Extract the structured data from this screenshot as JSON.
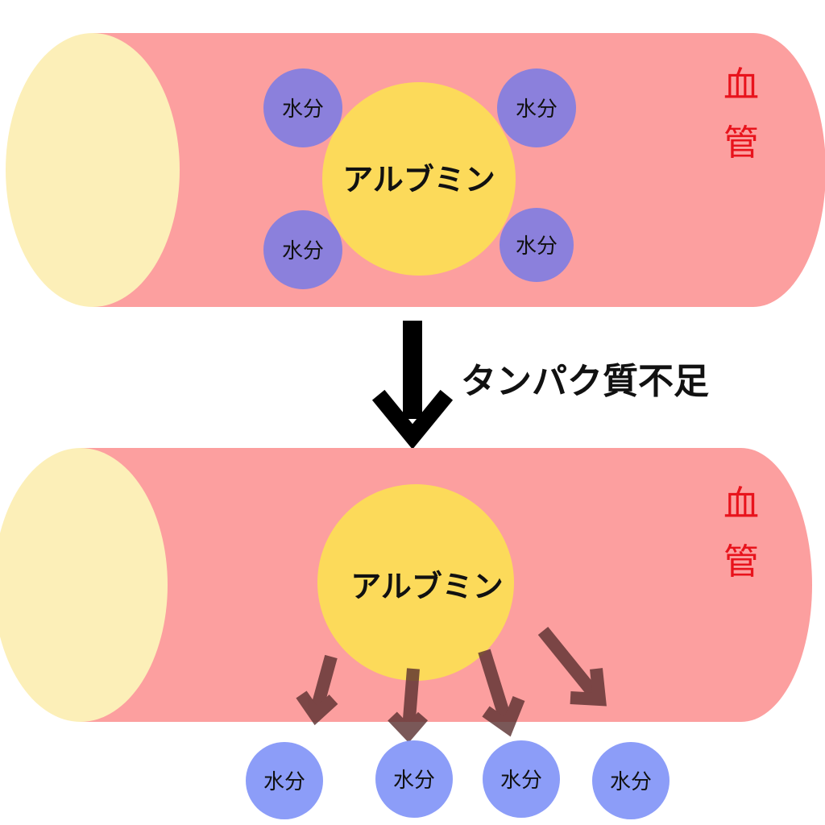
{
  "colors": {
    "vessel_body": "#fc9f9f",
    "vessel_end": "#fcefb8",
    "albumin": "#fcda5a",
    "water_top": "#8b80dc",
    "water_bottom": "#8c9df8",
    "vessel_label": "#e8131c",
    "arrow_main": "#000000",
    "arrow_leak": "#5a2f2f"
  },
  "top_panel": {
    "vessel_label_chars": [
      "血",
      "管"
    ],
    "albumin_label": "アルブミン",
    "water_labels": [
      "水分",
      "水分",
      "水分",
      "水分"
    ]
  },
  "transition": {
    "label": "タンパク質不足",
    "arrow_icon": "arrow-down-icon"
  },
  "bottom_panel": {
    "vessel_label_chars": [
      "血",
      "管"
    ],
    "albumin_label": "アルブミン",
    "leak_arrow_icon": "arrow-diagonal-icon",
    "leaked_water_labels": [
      "水分",
      "水分",
      "水分",
      "水分"
    ]
  }
}
